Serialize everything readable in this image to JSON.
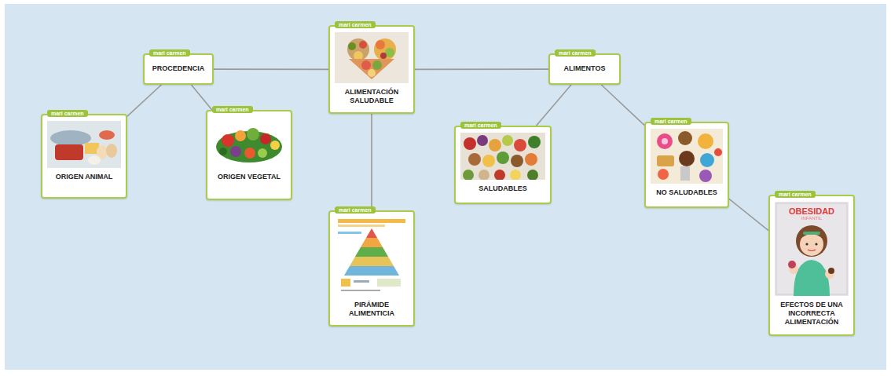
{
  "diagram": {
    "nodes": [
      {
        "text": [
          "mari carmen",
          "PROCEDENCIA"
        ]
      },
      {
        "text": [
          "mari carmen",
          "ALIMENTACIÓN SALUDABLE"
        ]
      },
      {
        "text": [
          "mari carmen",
          "ALIMENTOS"
        ]
      },
      {
        "text": [
          "mari carmen",
          "ORIGEN ANIMAL"
        ]
      },
      {
        "text": [
          "mari carmen",
          "ORIGEN VEGETAL"
        ]
      },
      {
        "text": [
          "mari carmen",
          "SALUDABLES"
        ]
      },
      {
        "text": [
          "mari carmen",
          "NO SALUDABLES"
        ]
      },
      {
        "text": [
          "mari carmen",
          "PIRÁMIDE ALIMENTICIA"
        ]
      },
      {
        "text": [
          "mari carmen",
          "EFECTOS DE UNA INCORRECTA ALIMENTACIÓN"
        ]
      }
    ],
    "edges": [
      {
        "from": 0,
        "to": 1,
        "arrow": "none"
      },
      {
        "from": 1,
        "to": 2,
        "arrow": "none"
      },
      {
        "from": 0,
        "to": 3,
        "arrow": "none"
      },
      {
        "from": 0,
        "to": 4,
        "arrow": "none"
      },
      {
        "from": 1,
        "to": 7,
        "arrow": "none"
      },
      {
        "from": 2,
        "to": 5,
        "arrow": "none"
      },
      {
        "from": 2,
        "to": 6,
        "arrow": "none"
      },
      {
        "from": 6,
        "to": 8,
        "arrow": "none"
      }
    ],
    "labels": [
      "OBESIDAD",
      "INFANTIL"
    ]
  }
}
